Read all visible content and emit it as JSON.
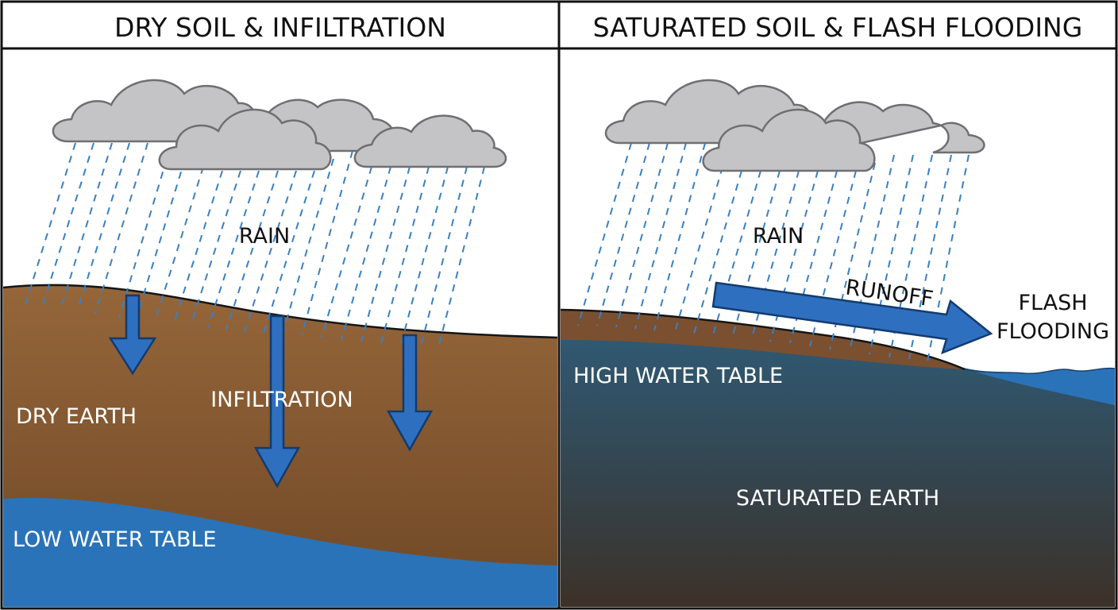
{
  "panels": {
    "left": {
      "title": "DRY SOIL & INFILTRATION",
      "labels": {
        "rain": "RAIN",
        "infiltration": "INFILTRATION",
        "dry_earth": "DRY EARTH",
        "low_water_table": "LOW WATER TABLE"
      }
    },
    "right": {
      "title": "SATURATED SOIL & FLASH FLOODING",
      "labels": {
        "rain": "RAIN",
        "runoff": "RUNOFF",
        "flash": "FLASH",
        "flooding": "FLOODING",
        "high_water_table": "HIGH WATER TABLE",
        "saturated_earth": "SATURATED EARTH"
      }
    }
  },
  "colors": {
    "dry_earth": "#8a5c33",
    "saturated_earth": "#2c4f66",
    "water": "#2a73b8",
    "arrow": "#2f6fbf",
    "cloud": "#c4c4c6",
    "rain": "#3a7fc1"
  }
}
